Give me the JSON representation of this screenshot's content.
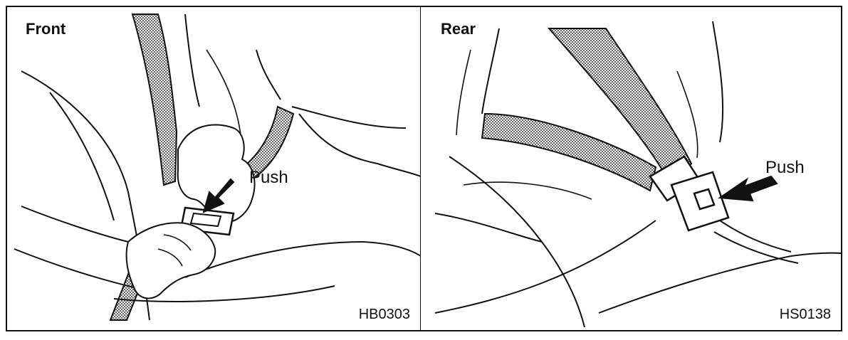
{
  "panels": {
    "front": {
      "title": "Front",
      "label": "Push",
      "code": "HB0303"
    },
    "rear": {
      "title": "Rear",
      "label": "Push",
      "code": "HS0138"
    }
  },
  "colors": {
    "ink": "#111111",
    "belt_shade": "#8c8c8c",
    "background": "#ffffff"
  }
}
